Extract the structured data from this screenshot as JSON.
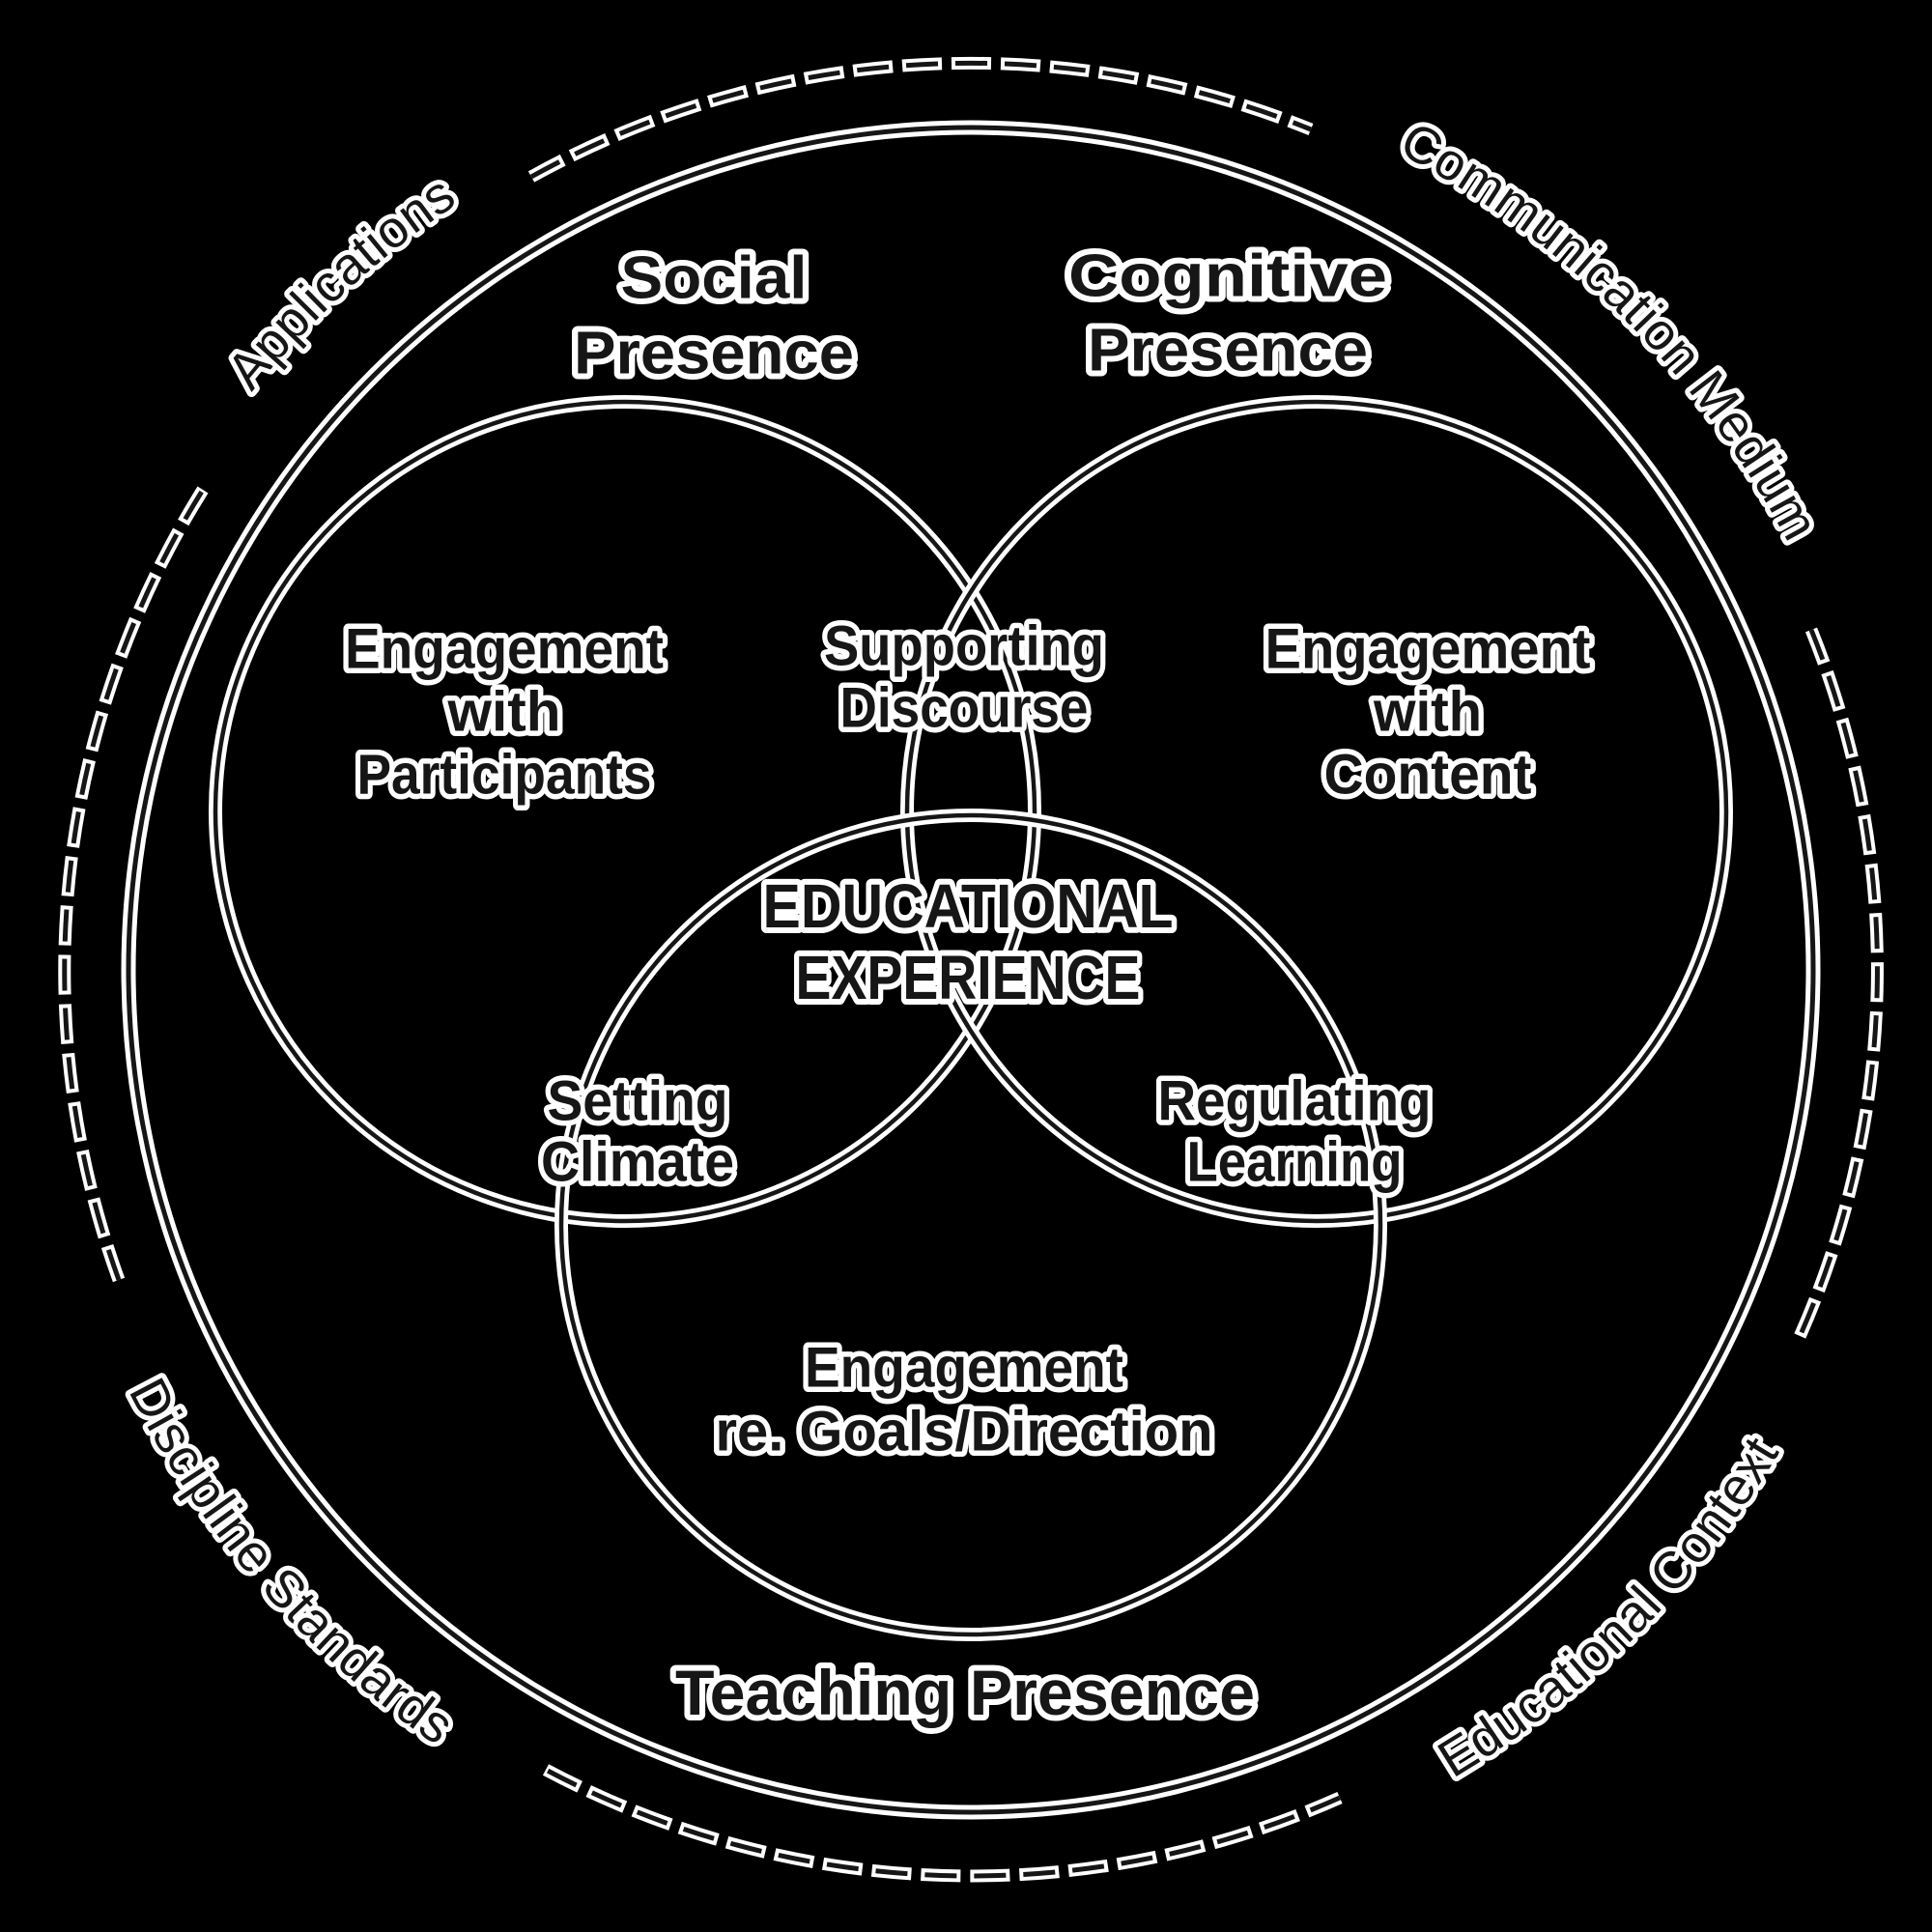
{
  "colors": {
    "background": "#000000",
    "ink": "#161616",
    "halo": "#ffffff"
  },
  "ring_labels": {
    "top_left": "Applications",
    "top_right": "Communication Medium",
    "bottom_left": "Discipline Standards",
    "bottom_right": "Educational Context"
  },
  "presences": {
    "social": {
      "title": [
        "Social",
        "Presence"
      ],
      "region": [
        "Engagement",
        "with",
        "Participants"
      ]
    },
    "cognitive": {
      "title": [
        "Cognitive",
        "Presence"
      ],
      "region": [
        "Engagement",
        "with",
        "Content"
      ]
    },
    "teaching": {
      "title": "Teaching Presence",
      "region": [
        "Engagement",
        "re. Goals/Direction"
      ]
    }
  },
  "overlaps": {
    "social_cognitive": [
      "Supporting",
      "Discourse"
    ],
    "social_teaching": [
      "Setting",
      "Climate"
    ],
    "cognitive_teaching": [
      "Regulating",
      "Learning"
    ],
    "center": [
      "EDUCATIONAL",
      "EXPERIENCE"
    ]
  }
}
